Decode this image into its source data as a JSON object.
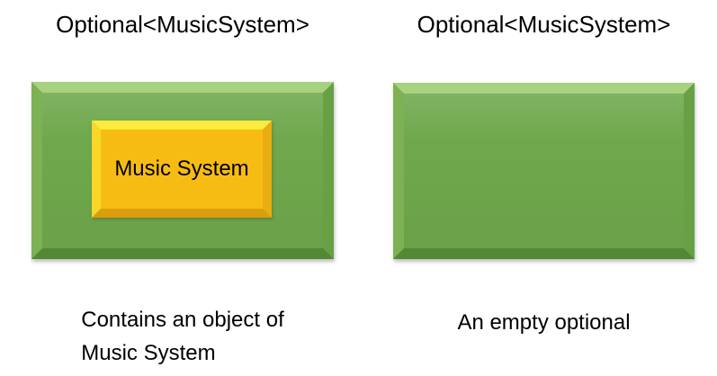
{
  "colors": {
    "background": "#FFFFFF",
    "green_box_body": "#6FA84C",
    "green_bevel_highlight": "#A8D180",
    "green_bevel_shadow": "#538834",
    "yellow_box_body": "#F7BC13",
    "yellow_bevel_highlight": "#FAEB3E",
    "yellow_bevel_shadow": "#D99D0E",
    "text": "#000000"
  },
  "panels": [
    {
      "title": "Optional<MusicSystem>",
      "box": "filled optional",
      "inner_label": "Music System",
      "caption_lines": [
        "Contains an object of",
        "Music System"
      ]
    },
    {
      "title": "Optional<MusicSystem>",
      "box": "empty optional",
      "caption_lines": [
        "An empty optional"
      ]
    }
  ]
}
